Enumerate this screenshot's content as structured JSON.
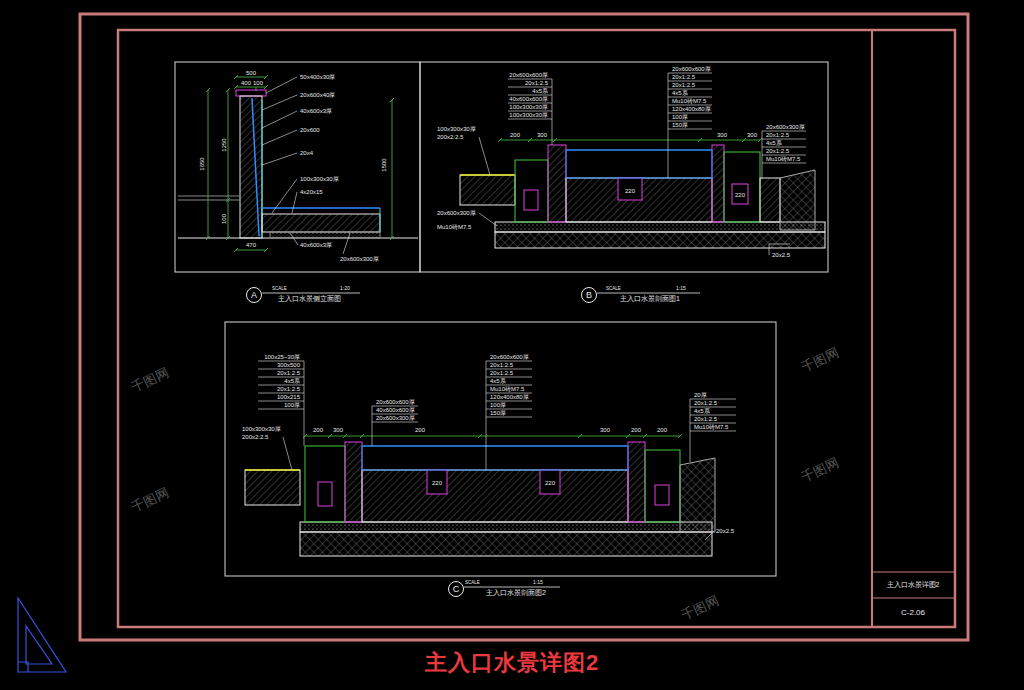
{
  "diagram": {
    "title": "主入口水景详图2",
    "nodes": [
      {
        "text": [
          "A"
        ]
      },
      {
        "text": [
          "B"
        ]
      },
      {
        "text": [
          "C"
        ]
      }
    ],
    "labels": [
      "500",
      "400",
      "100",
      "50x400x30厚",
      "20x600x40厚",
      "40x600x3厚",
      "20x600",
      "20x4",
      "100x300x30厚",
      "4x20x15",
      "1650",
      "1250",
      "100",
      "1500",
      "470",
      "40x600x3厚",
      "20x600x300厚",
      "20x600x600厚",
      "20x1:2.5",
      "20x1:2.5",
      "4x5系",
      "Mu10砖M7.5",
      "120x400x80厚",
      "100厚",
      "150厚",
      "20x600x600厚",
      "20x1:2.5",
      "4x5系",
      "40x600x600厚",
      "100x300x30厚",
      "100x300x30厚",
      "100x300x30厚",
      "200x2:2.5",
      "20x600x300厚",
      "Mu10砖M7.5",
      "20x600x300厚",
      "20x1:2.5",
      "4x5系",
      "20x1:2.5",
      "Mu10砖M7.5",
      "20x2.5",
      "200",
      "300",
      "300",
      "300",
      "220",
      "220",
      "100x25~30厚",
      "300x500",
      "20x1:2.5",
      "4x5系",
      "20x1:2.5",
      "100x215",
      "100厚",
      "100x300x30厚",
      "200x2:2.5",
      "20x600x600厚",
      "40x600x600厚",
      "20x600x300厚",
      "20x600x600厚",
      "20x1:2.5",
      "20x1:2.5",
      "4x5系",
      "Mu10砖M7.5",
      "120x400x80厚",
      "100厚",
      "150厚",
      "20厚",
      "20x1:2.5",
      "4x5系",
      "20x1:2.5",
      "Mu10砖M7.5",
      "20x2.5",
      "200",
      "300",
      "200",
      "300",
      "200",
      "200",
      "220",
      "220",
      "SCALE",
      "1:20",
      "主入口水景侧立面图",
      "SCALE",
      "1:15",
      "主入口水景剖面图1",
      "SCALE",
      "1:15",
      "主入口水景剖面图2",
      "主入口水景详图2",
      "C-2.06",
      "千图网",
      "千图网",
      "千图网",
      "千图网",
      "千图网"
    ]
  }
}
